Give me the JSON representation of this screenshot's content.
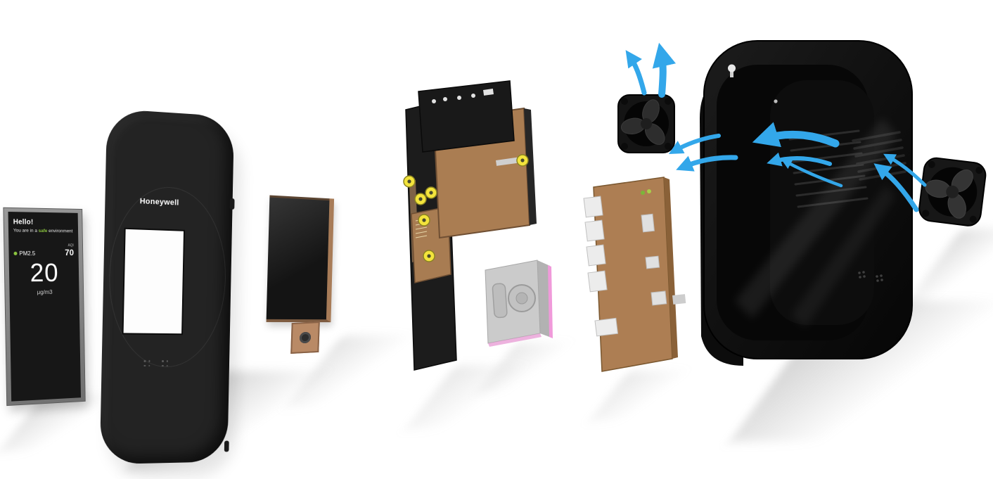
{
  "screen": {
    "greeting": "Hello!",
    "status_prefix": "You are in a ",
    "status_highlight": "safe",
    "status_suffix": " environment",
    "metric_label": "PM2.5",
    "metric_value": "20",
    "metric_unit": "μg/m3",
    "aqi_label": "AQI",
    "aqi_value": "70"
  },
  "bezel": {
    "brand": "Honeywell"
  },
  "colors": {
    "airflow_blue": "#33A7EA",
    "pcb_brown": "#AA7C52",
    "sensor_gasket_pink": "#F09ADC",
    "screw_marker_yellow": "#F3E43C",
    "safe_green": "#8CC63F",
    "led_green": "#7CB53A",
    "enclosure_black": "#111111",
    "copper_edge": "#A87C58"
  }
}
